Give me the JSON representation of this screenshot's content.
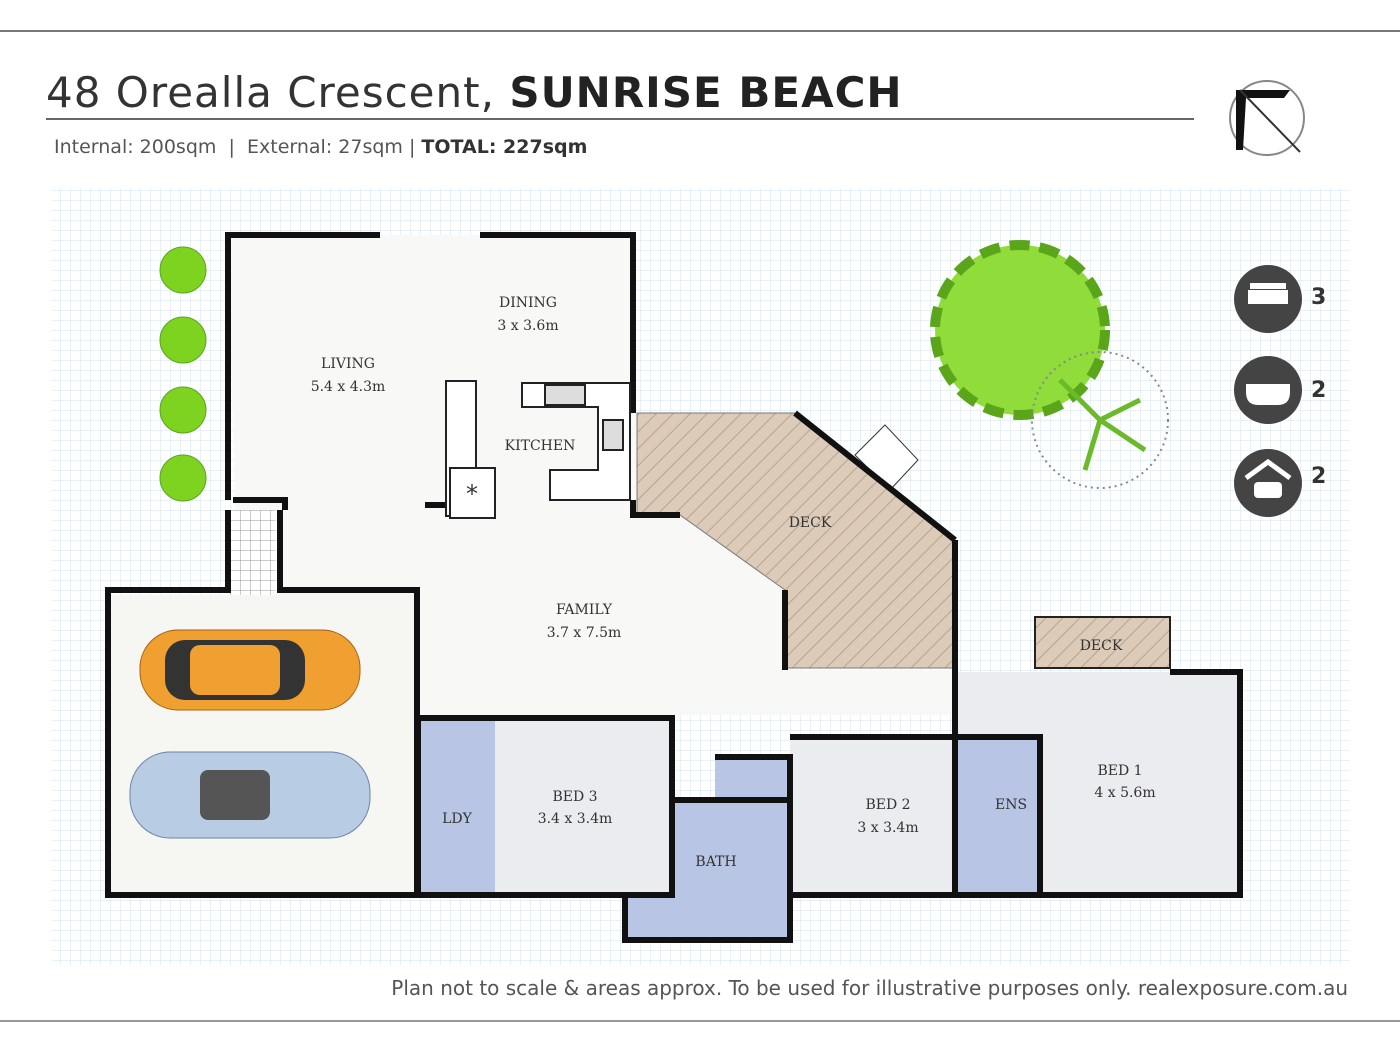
{
  "header": {
    "address": "48 Orealla Crescent,",
    "suburb": "SUNRISE BEACH",
    "internal": "Internal: 200sqm",
    "external": "External: 27sqm",
    "total": "TOTAL: 227sqm",
    "sep": "|"
  },
  "rooms": {
    "dining": {
      "name": "DINING",
      "size": "3 x 3.6m"
    },
    "living": {
      "name": "LIVING",
      "size": "5.4 x 4.3m"
    },
    "kitchen": {
      "name": "KITCHEN"
    },
    "deck": {
      "name": "DECK"
    },
    "deck2": {
      "name": "DECK"
    },
    "family": {
      "name": "FAMILY",
      "size": "3.7 x 7.5m"
    },
    "bed1": {
      "name": "BED 1",
      "size": "4 x 5.6m"
    },
    "bed2": {
      "name": "BED 2",
      "size": "3 x 3.4m"
    },
    "bed3": {
      "name": "BED 3",
      "size": "3.4 x 3.4m"
    },
    "ldy": {
      "name": "LDY"
    },
    "bath": {
      "name": "BATH"
    },
    "ens": {
      "name": "ENS"
    }
  },
  "features": [
    {
      "icon": "bed-icon",
      "count": "3"
    },
    {
      "icon": "bathtub-icon",
      "count": "2"
    },
    {
      "icon": "garage-icon",
      "count": "2"
    }
  ],
  "footer": {
    "disclaimer": "Plan not to scale & areas approx. To be used for illustrative purposes only. realexposure.com.au"
  },
  "colors": {
    "wall": "#111111",
    "wet": "#b8c5e4",
    "bedroom": "#ebecef",
    "floor": "#f8f8f6",
    "deck": "#d9c7b4",
    "grid": "#cfe3ef",
    "tree": "#7ed321"
  }
}
